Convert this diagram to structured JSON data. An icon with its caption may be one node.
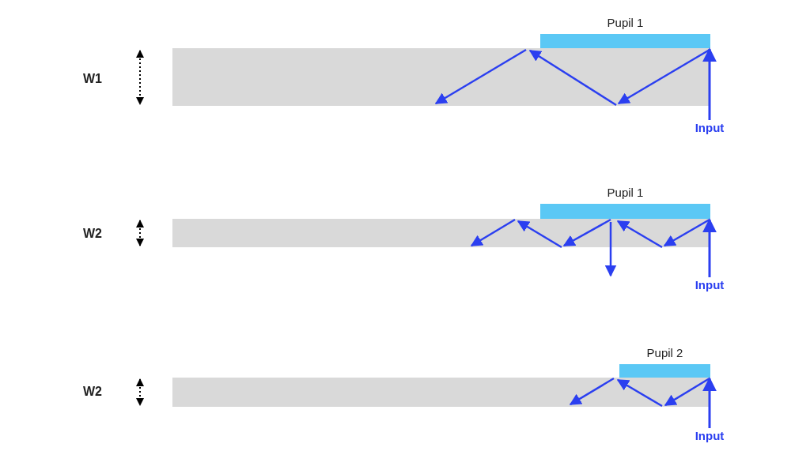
{
  "diagram": {
    "nodes": [
      {
        "text": [
          "Pupil 1"
        ]
      },
      {
        "text": [],
        "shape": "box"
      },
      {
        "text": [
          "Input"
        ]
      },
      {
        "text": [
          "Pupil 1"
        ]
      },
      {
        "text": [],
        "shape": "box"
      },
      {
        "text": [
          "Input"
        ]
      },
      {
        "text": [
          "Pupil 2"
        ]
      },
      {
        "text": [],
        "shape": "box"
      },
      {
        "text": [
          "Input"
        ]
      }
    ],
    "edges": [
      {
        "from": 2,
        "to": 0,
        "arrow": "to"
      },
      {
        "from": 5,
        "to": 3,
        "arrow": "to"
      },
      {
        "from": 8,
        "to": 6,
        "arrow": "to"
      },
      {
        "from": 4,
        "to": null,
        "arrow": "to"
      }
    ],
    "labels": [
      "W1",
      "W2",
      "W2"
    ]
  }
}
